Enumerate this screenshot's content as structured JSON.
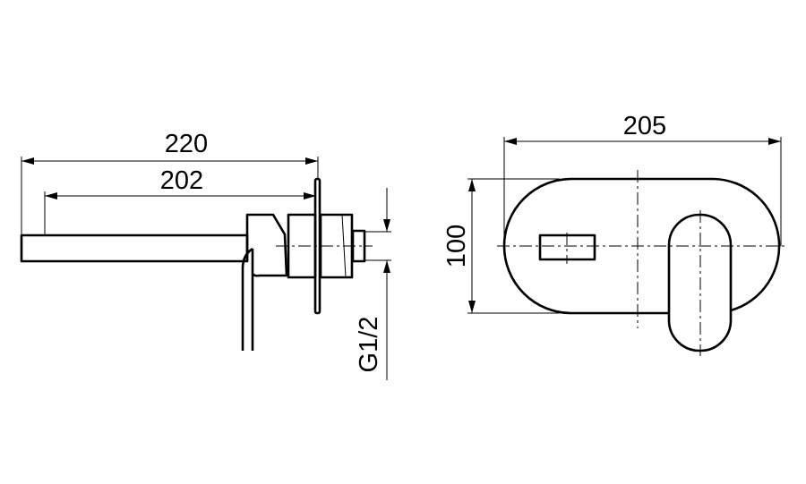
{
  "side_view": {
    "dim_overall_length": "220",
    "dim_spout_length": "202",
    "dim_thread": "G1/2"
  },
  "front_view": {
    "dim_width": "205",
    "dim_height": "100"
  }
}
